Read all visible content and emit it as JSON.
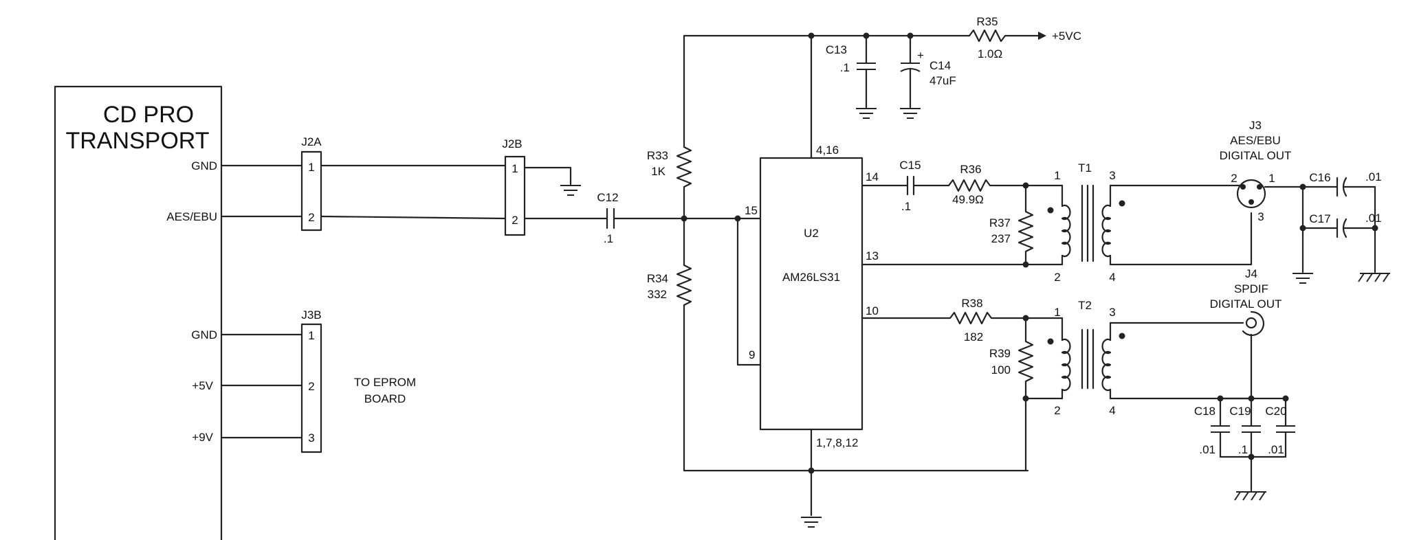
{
  "transport": {
    "line1": "CD PRO",
    "line2": "TRANSPORT",
    "gnd": "GND",
    "aes": "AES/EBU",
    "gnd2": "GND",
    "p5v": "+5V",
    "p9v": "+9V"
  },
  "connectors": {
    "j2a": {
      "ref": "J2A",
      "pin1": "1",
      "pin2": "2"
    },
    "j2b": {
      "ref": "J2B",
      "pin1": "1",
      "pin2": "2"
    },
    "j3b": {
      "ref": "J3B",
      "pin1": "1",
      "pin2": "2",
      "pin3": "3"
    },
    "eprom_line1": "TO EPROM",
    "eprom_line2": "BOARD"
  },
  "parts": {
    "c12": {
      "ref": "C12",
      "val": ".1"
    },
    "r33": {
      "ref": "R33",
      "val": "1K"
    },
    "r34": {
      "ref": "R34",
      "val": "332"
    },
    "c13": {
      "ref": "C13",
      "val": ".1"
    },
    "c14": {
      "ref": "C14",
      "val": "47uF",
      "polarity": "+"
    },
    "r35": {
      "ref": "R35",
      "val": "1.0Ω"
    },
    "supply": "+5VC",
    "c15": {
      "ref": "C15",
      "val": ".1"
    },
    "r36": {
      "ref": "R36",
      "val": "49.9Ω"
    },
    "r37": {
      "ref": "R37",
      "val": "237"
    },
    "r38": {
      "ref": "R38",
      "val": "182"
    },
    "r39": {
      "ref": "R39",
      "val": "100"
    },
    "t1": {
      "ref": "T1",
      "p1": "1",
      "p2": "2",
      "p3": "3",
      "p4": "4"
    },
    "t2": {
      "ref": "T2",
      "p1": "1",
      "p2": "2",
      "p3": "3",
      "p4": "4"
    },
    "c16": {
      "ref": "C16",
      "val": ".01"
    },
    "c17": {
      "ref": "C17",
      "val": ".01"
    },
    "c18": {
      "ref": "C18",
      "val": ".01"
    },
    "c19": {
      "ref": "C19",
      "val": ".1"
    },
    "c20": {
      "ref": "C20",
      "val": ".01"
    }
  },
  "u2": {
    "ref": "U2",
    "part": "AM26LS31",
    "pin_top": "4,16",
    "pin_bottom": "1,7,8,12",
    "pin_15": "15",
    "pin_9": "9",
    "pin_14": "14",
    "pin_13": "13",
    "pin_10": "10"
  },
  "j3": {
    "ref": "J3",
    "line1": "AES/EBU",
    "line2": "DIGITAL OUT",
    "p1": "1",
    "p2": "2",
    "p3": "3"
  },
  "j4": {
    "ref": "J4",
    "line1": "SPDIF",
    "line2": "DIGITAL OUT"
  }
}
